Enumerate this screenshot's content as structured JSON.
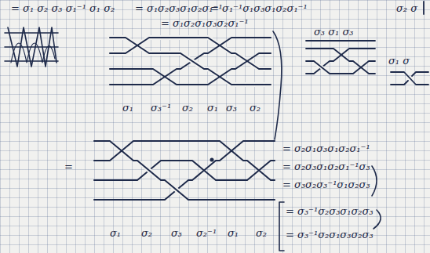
{
  "diagram": {
    "labels": [
      "= σ₁ σ₂ σ₃ σ₁⁻¹ σ₁ σ₂",
      "= σ₁σ₂σ₃σ₁σ₂σ₁⁻¹",
      "= σ₁⁻¹σ₁σ₃σ₁σ₂σ₁⁻¹",
      "= σ₁σ₂σ₁σ₃σ₂σ₁⁻¹",
      "σ₃ σ₁ σ₃",
      "σ₂ σ",
      "σ₁ σ",
      "σ₁",
      "σ₃⁻¹",
      "σ₂",
      "σ₁",
      "σ₃",
      "σ₂",
      "=",
      "= σ₂σ₁σ₃σ₁σ₂σ₁⁻¹",
      "= σ₂σ₃σ₁σ₂σ₁⁻¹σ₃",
      "= σ₃σ₂σ₃⁻¹σ₁σ₂σ₃",
      "= σ₃⁻¹σ₂σ₃σ₁σ₂σ₃",
      "= σ₃⁻¹σ₂σ₁σ₃σ₂σ₃",
      "σ₁",
      "σ₂",
      "σ₃",
      "σ₂⁻¹",
      "σ₁",
      "σ₂"
    ]
  }
}
